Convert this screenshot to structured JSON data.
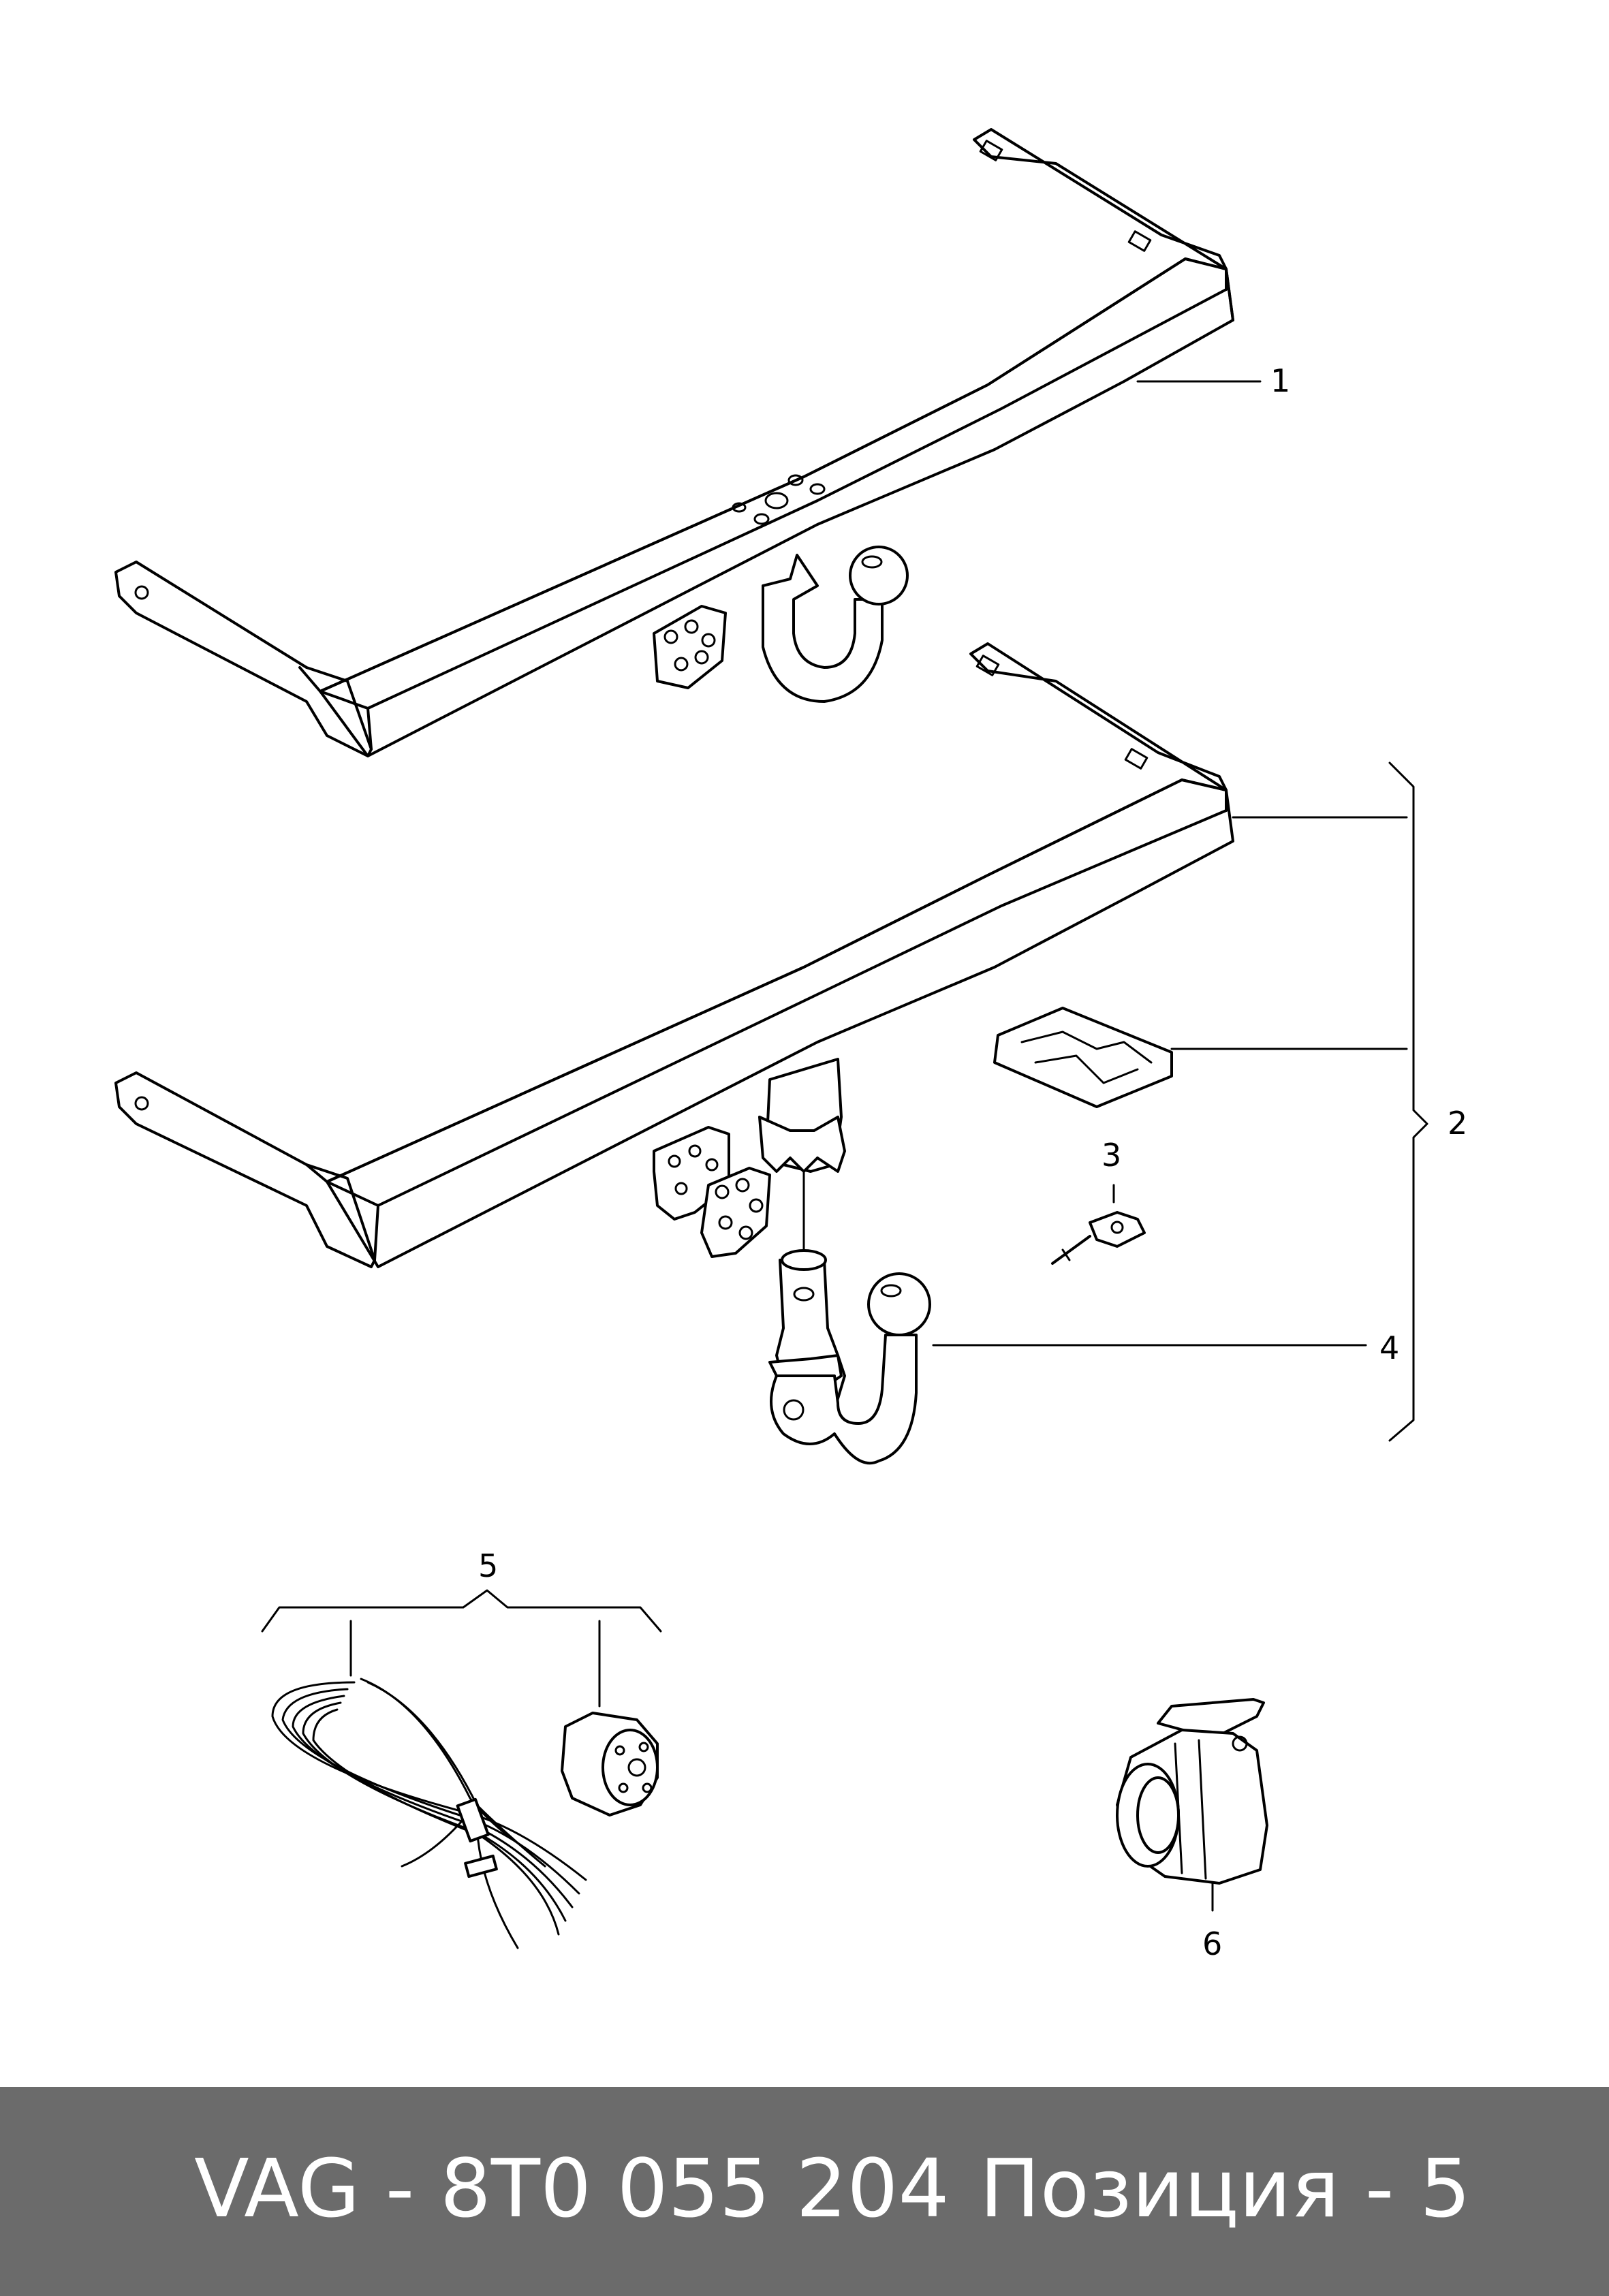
{
  "callouts": {
    "c1": "1",
    "c2": "2",
    "c3": "3",
    "c4": "4",
    "c5": "5",
    "c6": "6"
  },
  "footer": {
    "part_number": "VAG - 8T0 055 204",
    "position": "Позиция - 5"
  }
}
